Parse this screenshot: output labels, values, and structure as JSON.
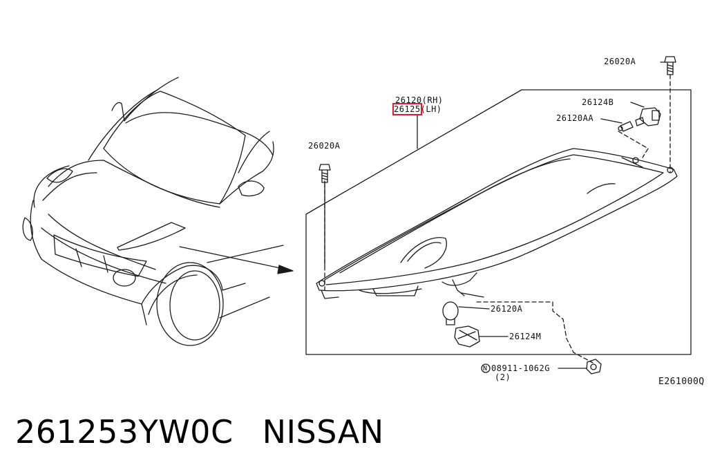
{
  "labels": {
    "screw_top": "26020A",
    "screw_left": "26020A",
    "rh": "26120(RH)",
    "lh_num": "26125",
    "lh_side": "(LH)",
    "socket_top": "26124B",
    "bulb_small": "26120AA",
    "bulb_main": "26120A",
    "socket_main": "26124M",
    "nut_marker": "N",
    "nut_part": "08911-1062G",
    "nut_qty": "(2)",
    "diagram_code": "E261000Q"
  },
  "caption": {
    "part_number": "261253YW0C",
    "brand": "NISSAN"
  },
  "colors": {
    "line": "#1a1a1a",
    "highlight": "#e0192b"
  }
}
